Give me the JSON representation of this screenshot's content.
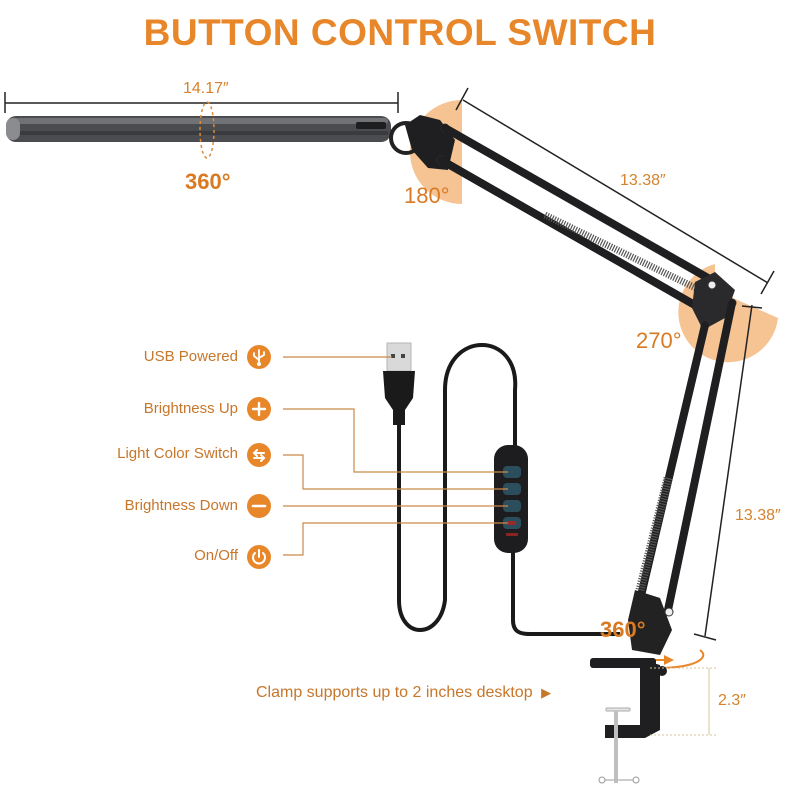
{
  "title": "BUTTON CONTROL SWITCH",
  "accent_color": "#e8862a",
  "dimensions": {
    "lamp_head_length": "14.17″",
    "upper_arm_length": "13.38″",
    "lower_arm_length": "13.38″",
    "clamp_height": "2.3″"
  },
  "rotations": {
    "head": "360°",
    "head_joint": "180°",
    "elbow_joint": "270°",
    "base": "360°"
  },
  "controls": [
    {
      "label": "USB Powered",
      "icon": "usb-icon"
    },
    {
      "label": "Brightness Up",
      "icon": "plus-icon"
    },
    {
      "label": "Light Color Switch",
      "icon": "swap-arrows-icon"
    },
    {
      "label": "Brightness Down",
      "icon": "minus-icon"
    },
    {
      "label": "On/Off",
      "icon": "power-icon"
    }
  ],
  "clamp_note": "Clamp supports up to 2 inches desktop",
  "clamp_note_marker": "▶"
}
